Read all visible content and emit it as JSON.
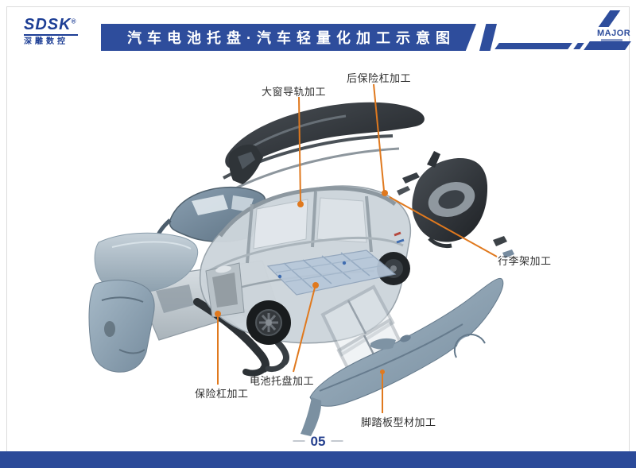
{
  "header": {
    "logo_brand": "SDSK",
    "logo_reg": "®",
    "logo_subtitle": "深雕数控",
    "title": "汽车电池托盘·汽车轻量化加工示意图",
    "right_brand": "MAJOR"
  },
  "colors": {
    "banner_blue": "#2e4d9c",
    "footer_blue": "#2b4a99",
    "logo_blue": "#1d3e95",
    "leader_orange": "#e0791e"
  },
  "diagram": {
    "labels": [
      {
        "name": "sunroof-rail",
        "text": "大窗导轨加工"
      },
      {
        "name": "rear-bumper",
        "text": "后保险杠加工"
      },
      {
        "name": "roof-rack",
        "text": "行李架加工"
      },
      {
        "name": "front-bumper",
        "text": "保险杠加工"
      },
      {
        "name": "battery-tray",
        "text": "电池托盘加工"
      },
      {
        "name": "running-board",
        "text": "脚踏板型材加工"
      }
    ]
  },
  "footer": {
    "page_number": "05",
    "dash": "—"
  }
}
